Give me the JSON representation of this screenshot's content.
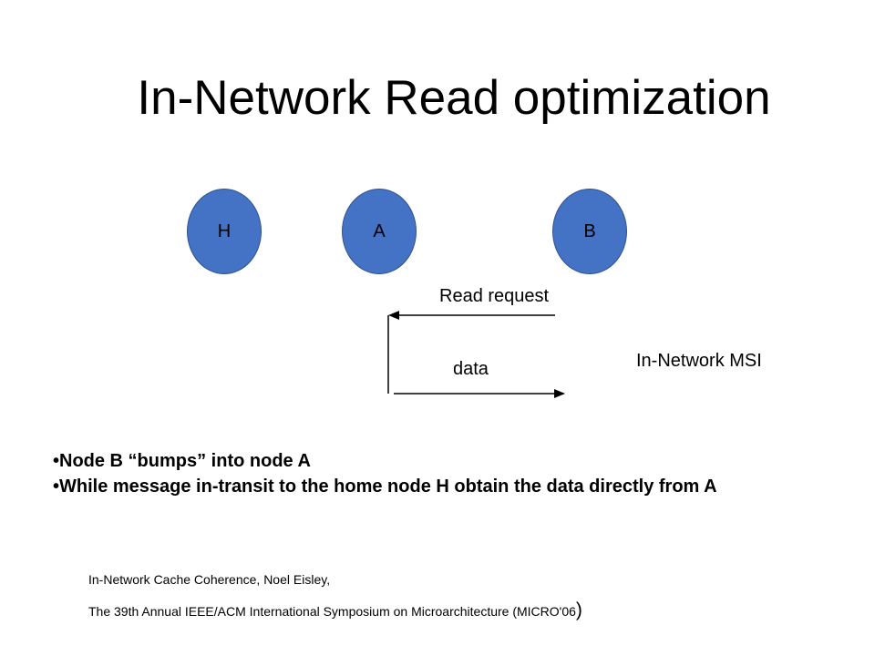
{
  "title": "In-Network Read optimization",
  "nodes": {
    "h": "H",
    "a": "A",
    "b": "B"
  },
  "labels": {
    "read_request": "Read request",
    "data": "data",
    "protocol": "In-Network MSI"
  },
  "bullets": [
    "•Node B “bumps” into node A",
    "•While message in-transit to the home node H obtain the data directly from A"
  ],
  "citation": {
    "line1": "In-Network Cache Coherence, Noel Eisley,",
    "line2": "The 39th Annual IEEE/ACM International Symposium on Microarchitecture (MICRO'06",
    "close": ")"
  },
  "colors": {
    "node_fill": "#4472c4",
    "node_border": "#2f528f"
  }
}
